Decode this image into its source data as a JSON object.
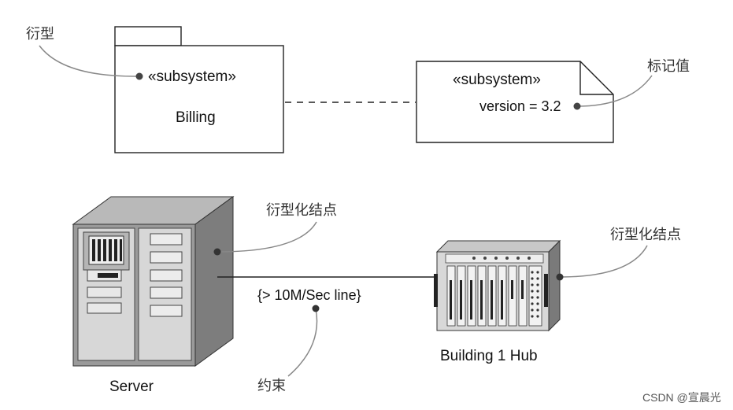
{
  "top": {
    "package": {
      "stereotype": "«subsystem»",
      "name": "Billing"
    },
    "note": {
      "stereotype": "«subsystem»",
      "tagged_value": "version = 3.2"
    },
    "callout_stereotype": "衍型",
    "callout_tagged_value": "标记值"
  },
  "bottom": {
    "server_label": "Server",
    "hub_label": "Building 1 Hub",
    "constraint": "{> 10M/Sec line}",
    "callout_stereotyped_node_left": "衍型化结点",
    "callout_stereotyped_node_right": "衍型化结点",
    "callout_constraint": "约束"
  },
  "watermark": "CSDN @宣晨光"
}
